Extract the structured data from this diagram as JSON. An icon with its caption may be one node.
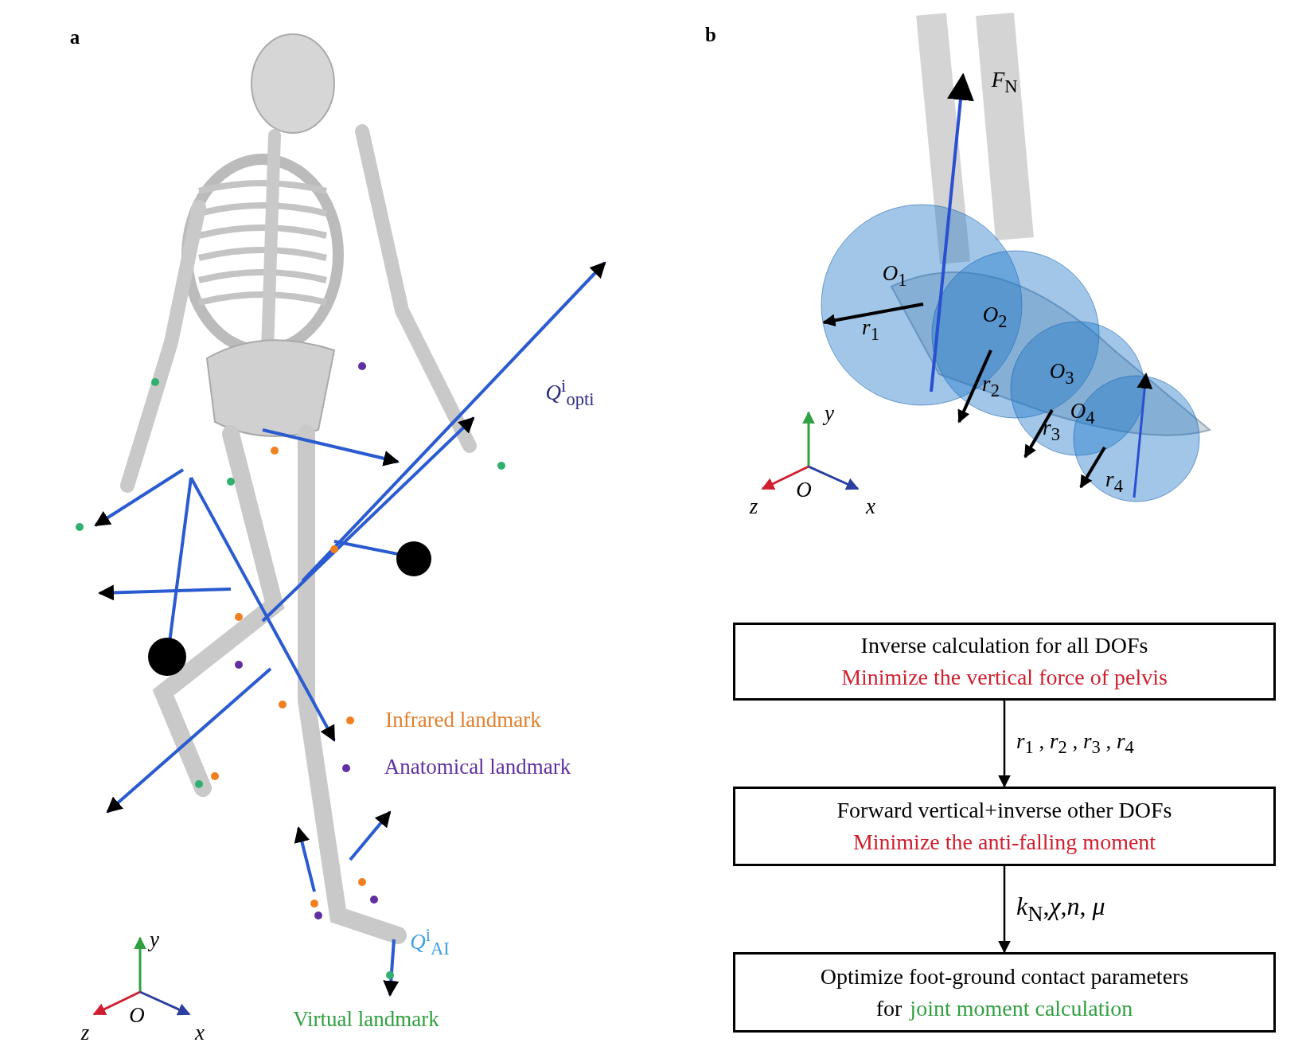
{
  "diagram": {
    "nodes": [
      {
        "text": [
          "Inverse calculation for all DOFs",
          "Minimize the vertical force of pelvis"
        ]
      },
      {
        "text": [
          "Forward vertical+inverse other DOFs",
          "Minimize the anti-falling moment"
        ]
      },
      {
        "text": [
          "Optimize foot-ground contact parameters",
          "for",
          "joint moment calculation"
        ]
      }
    ],
    "edges": [
      {
        "from": 0,
        "to": 1,
        "arrow": "to",
        "label": "*r*$_{1}$ , *r*$_{2}$ , *r*$_{3}$ , *r*$_{4}$"
      },
      {
        "from": 1,
        "to": 2,
        "arrow": "to",
        "label": "*k*$_{N}$,*χ*,*n*, *μ*"
      }
    ],
    "labels": [
      "a",
      "b",
      "*F*$_{N}$",
      "*O*$_{1}$",
      "*r*$_{1}$",
      "*O*$_{2}$",
      "*r*$_{2}$",
      "*O*$_{3}$",
      "*r*$_{3}$",
      "*O*$_{4}$",
      "*r*$_{4}$",
      "y",
      "O",
      "z",
      "x",
      "*Q*$^{i}$$_{opti}$",
      "Infrared landmark",
      "Anatomical landmark",
      "y",
      "O",
      "z",
      "x",
      "*Q*$^{i}$$_{AI}$",
      "Virtual landmark"
    ]
  }
}
